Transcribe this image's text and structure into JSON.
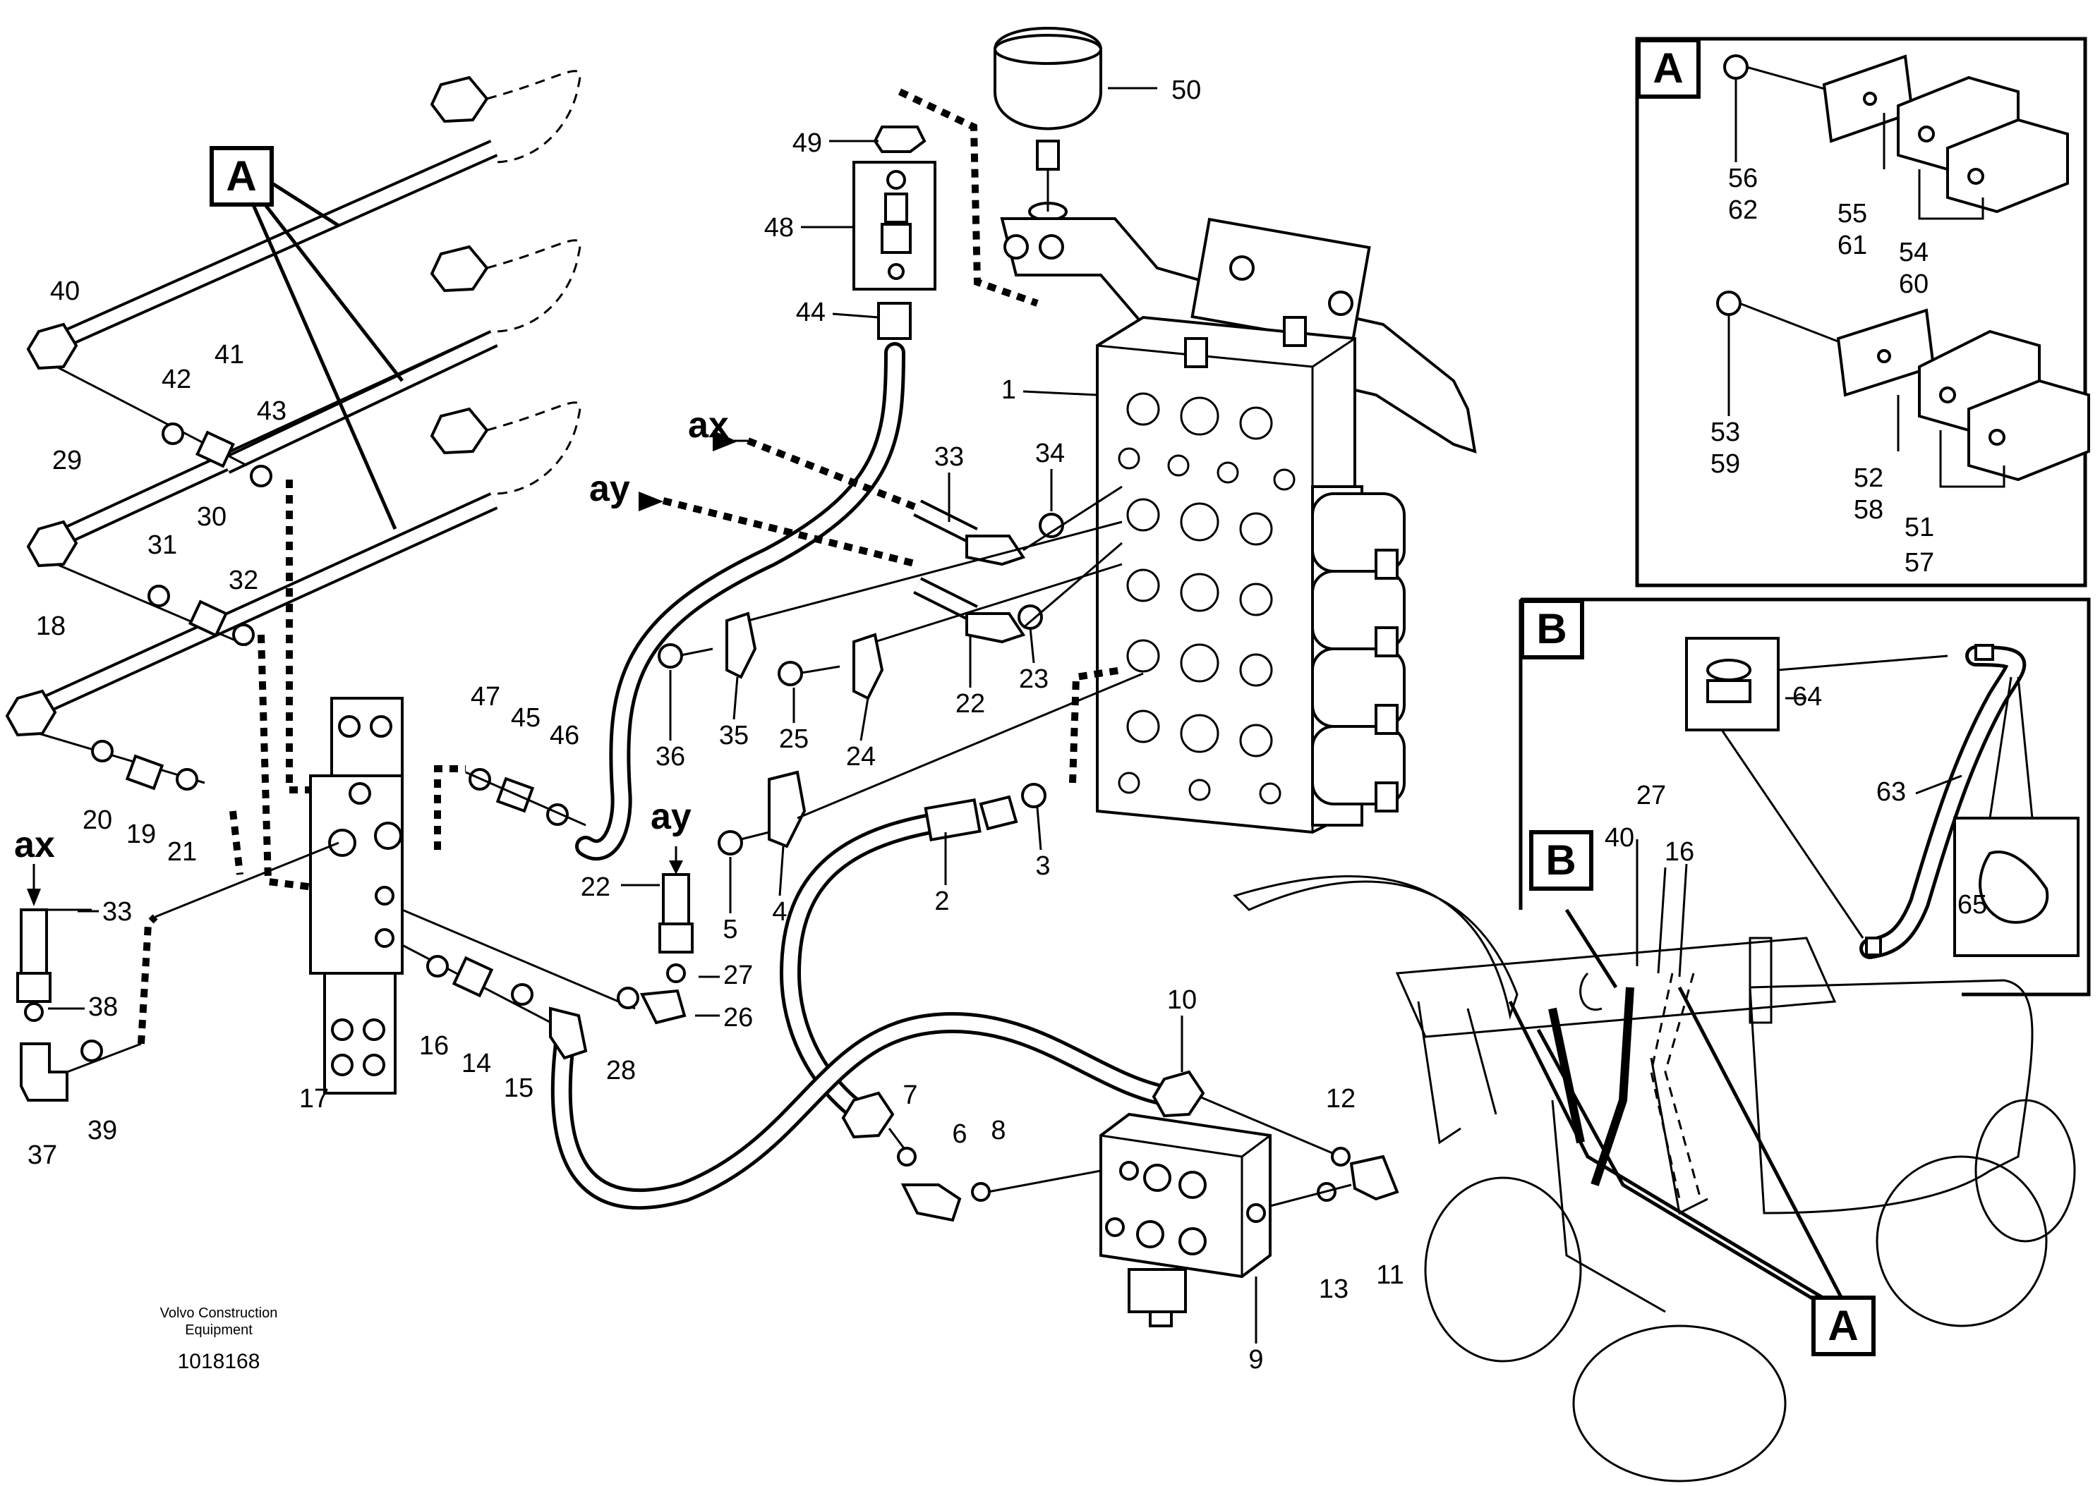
{
  "diagram": {
    "document_id": "1018168",
    "maker_line1": "Volvo Construction",
    "maker_line2": "Equipment",
    "view_markers": {
      "a": "A",
      "b": "B",
      "ax": "ax",
      "ay": "ay"
    },
    "callouts": [
      {
        "id": "c1",
        "text": "1"
      },
      {
        "id": "c2",
        "text": "2"
      },
      {
        "id": "c3",
        "text": "3"
      },
      {
        "id": "c4",
        "text": "4"
      },
      {
        "id": "c5",
        "text": "5"
      },
      {
        "id": "c6",
        "text": "6"
      },
      {
        "id": "c7",
        "text": "7"
      },
      {
        "id": "c8",
        "text": "8"
      },
      {
        "id": "c9",
        "text": "9"
      },
      {
        "id": "c10",
        "text": "10"
      },
      {
        "id": "c11",
        "text": "11"
      },
      {
        "id": "c12",
        "text": "12"
      },
      {
        "id": "c13",
        "text": "13"
      },
      {
        "id": "c14",
        "text": "14"
      },
      {
        "id": "c15",
        "text": "15"
      },
      {
        "id": "c16a",
        "text": "16"
      },
      {
        "id": "c16b",
        "text": "16"
      },
      {
        "id": "c17",
        "text": "17"
      },
      {
        "id": "c18",
        "text": "18"
      },
      {
        "id": "c19",
        "text": "19"
      },
      {
        "id": "c20",
        "text": "20"
      },
      {
        "id": "c21",
        "text": "21"
      },
      {
        "id": "c22a",
        "text": "22"
      },
      {
        "id": "c22b",
        "text": "22"
      },
      {
        "id": "c23",
        "text": "23"
      },
      {
        "id": "c24",
        "text": "24"
      },
      {
        "id": "c25",
        "text": "25"
      },
      {
        "id": "c26",
        "text": "26"
      },
      {
        "id": "c27a",
        "text": "27"
      },
      {
        "id": "c27b",
        "text": "27"
      },
      {
        "id": "c28",
        "text": "28"
      },
      {
        "id": "c29",
        "text": "29"
      },
      {
        "id": "c30",
        "text": "30"
      },
      {
        "id": "c31",
        "text": "31"
      },
      {
        "id": "c32",
        "text": "32"
      },
      {
        "id": "c33a",
        "text": "33"
      },
      {
        "id": "c33b",
        "text": "33"
      },
      {
        "id": "c34",
        "text": "34"
      },
      {
        "id": "c35",
        "text": "35"
      },
      {
        "id": "c36",
        "text": "36"
      },
      {
        "id": "c37",
        "text": "37"
      },
      {
        "id": "c38",
        "text": "38"
      },
      {
        "id": "c39",
        "text": "39"
      },
      {
        "id": "c40a",
        "text": "40"
      },
      {
        "id": "c40b",
        "text": "40"
      },
      {
        "id": "c41",
        "text": "41"
      },
      {
        "id": "c42",
        "text": "42"
      },
      {
        "id": "c43",
        "text": "43"
      },
      {
        "id": "c44",
        "text": "44"
      },
      {
        "id": "c45",
        "text": "45"
      },
      {
        "id": "c46",
        "text": "46"
      },
      {
        "id": "c47",
        "text": "47"
      },
      {
        "id": "c48",
        "text": "48"
      },
      {
        "id": "c49",
        "text": "49"
      },
      {
        "id": "c50",
        "text": "50"
      },
      {
        "id": "c51",
        "text": "51"
      },
      {
        "id": "c52",
        "text": "52"
      },
      {
        "id": "c53",
        "text": "53"
      },
      {
        "id": "c54",
        "text": "54"
      },
      {
        "id": "c55",
        "text": "55"
      },
      {
        "id": "c56",
        "text": "56"
      },
      {
        "id": "c57",
        "text": "57"
      },
      {
        "id": "c58",
        "text": "58"
      },
      {
        "id": "c59",
        "text": "59"
      },
      {
        "id": "c60",
        "text": "60"
      },
      {
        "id": "c61",
        "text": "61"
      },
      {
        "id": "c62",
        "text": "62"
      },
      {
        "id": "c63",
        "text": "63"
      },
      {
        "id": "c64",
        "text": "64"
      },
      {
        "id": "c65",
        "text": "65"
      }
    ]
  }
}
